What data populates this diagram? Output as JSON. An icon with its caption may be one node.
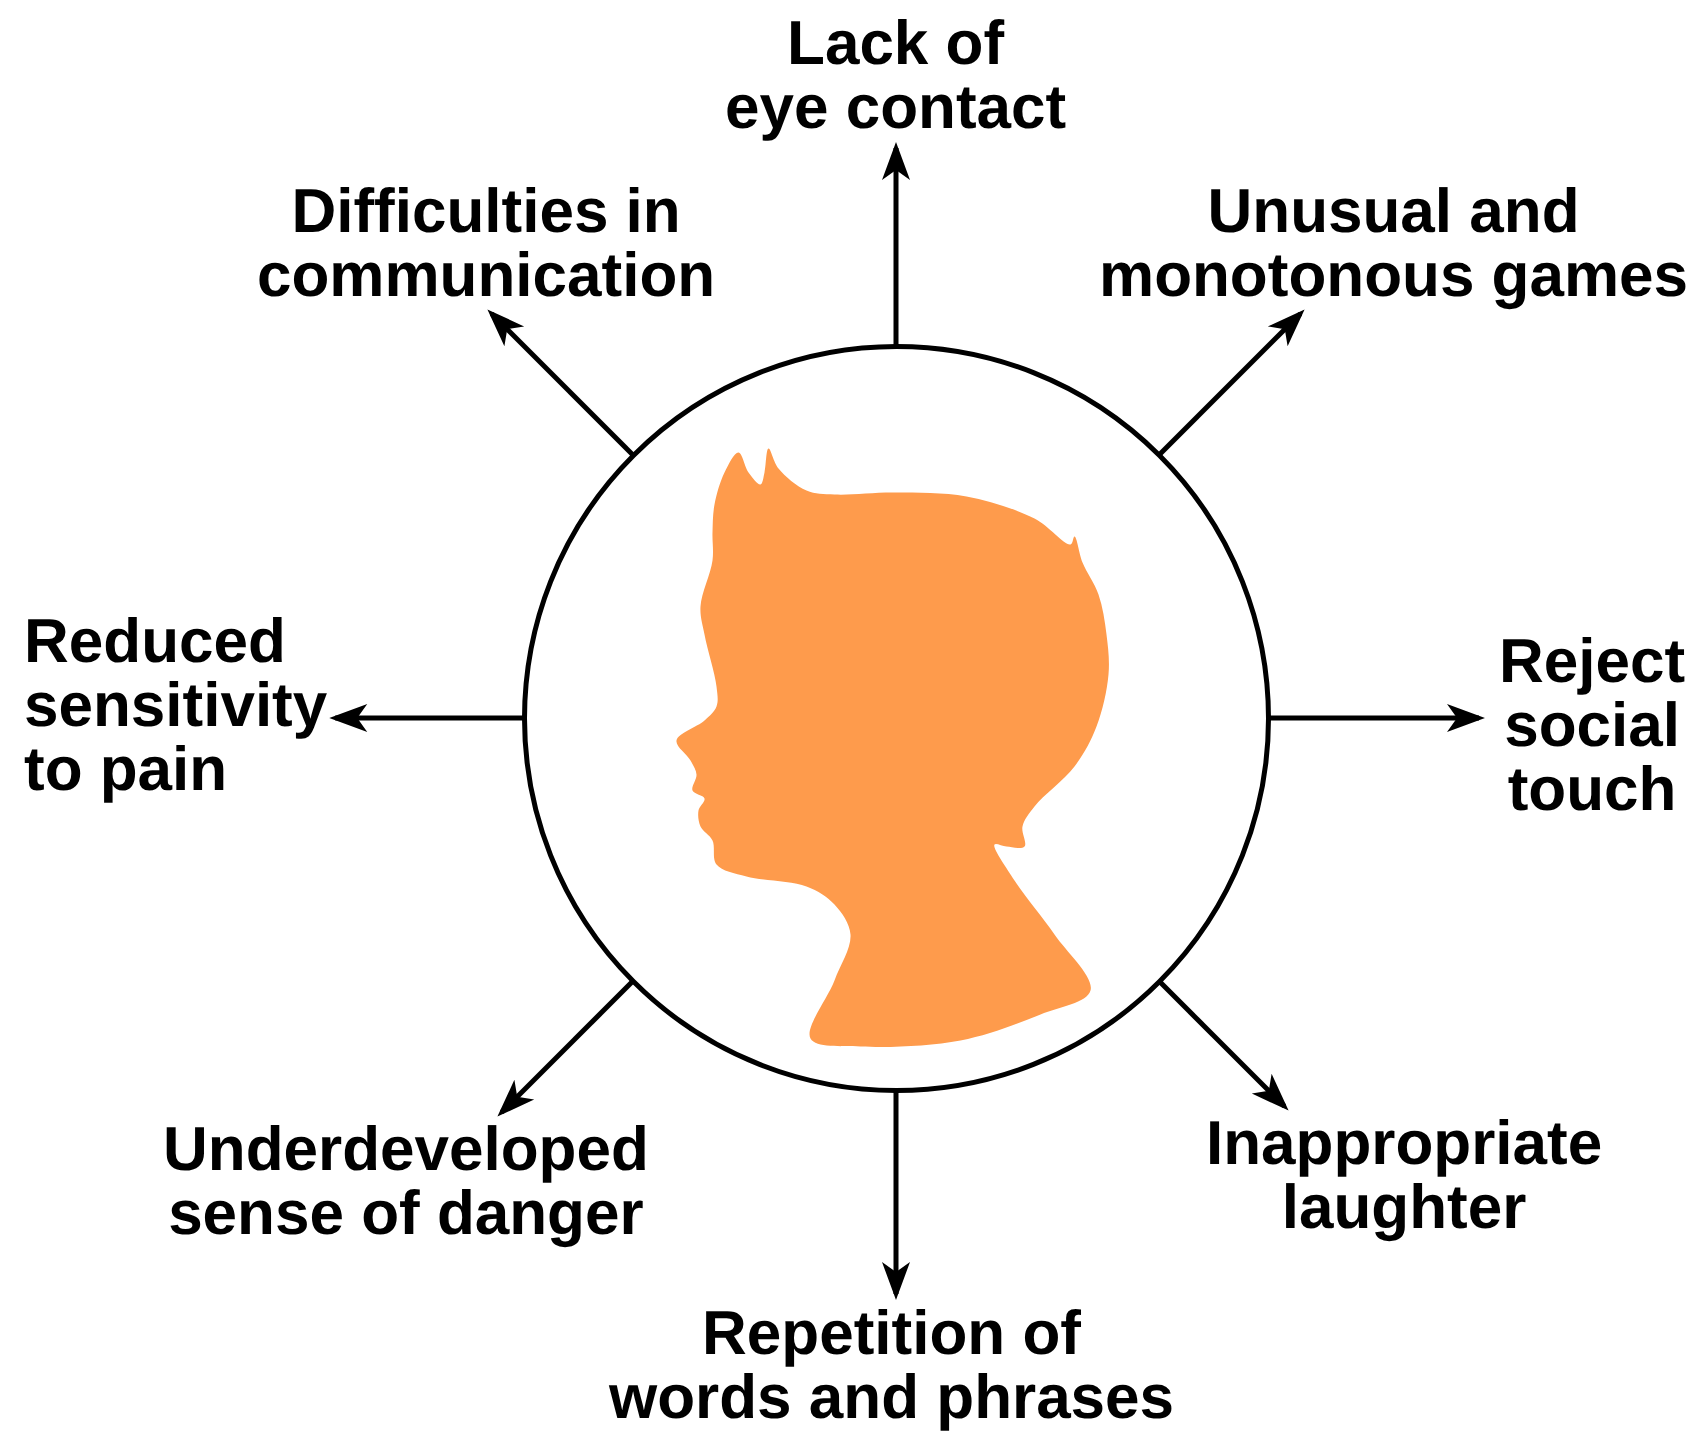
{
  "diagram": {
    "nodes": [
      {
        "text": [],
        "shape": "circle"
      },
      {
        "text": [],
        "shape": "picture",
        "in": 0
      },
      {
        "text": [
          "Lack of eye contact"
        ]
      },
      {
        "text": [
          "Difficulties in communication"
        ]
      },
      {
        "text": [
          "Unusual and monotonous games"
        ]
      },
      {
        "text": [
          "Reduced sensitivity to pain"
        ]
      },
      {
        "text": [
          "Reject social touch"
        ]
      },
      {
        "text": [
          "Underdeveloped sense of danger"
        ]
      },
      {
        "text": [
          "Inappropriate laughter"
        ]
      },
      {
        "text": [
          "Repetition of words and phrases"
        ]
      }
    ],
    "edges": [
      {
        "from": 0,
        "to": 2,
        "arrow": "to"
      },
      {
        "from": 0,
        "to": 3,
        "arrow": "to"
      },
      {
        "from": 0,
        "to": 4,
        "arrow": "to"
      },
      {
        "from": 0,
        "to": 5,
        "arrow": "to"
      },
      {
        "from": 0,
        "to": 6,
        "arrow": "to"
      },
      {
        "from": 0,
        "to": 7,
        "arrow": "to"
      },
      {
        "from": 0,
        "to": 8,
        "arrow": "to"
      },
      {
        "from": 0,
        "to": 9,
        "arrow": "to"
      }
    ]
  }
}
